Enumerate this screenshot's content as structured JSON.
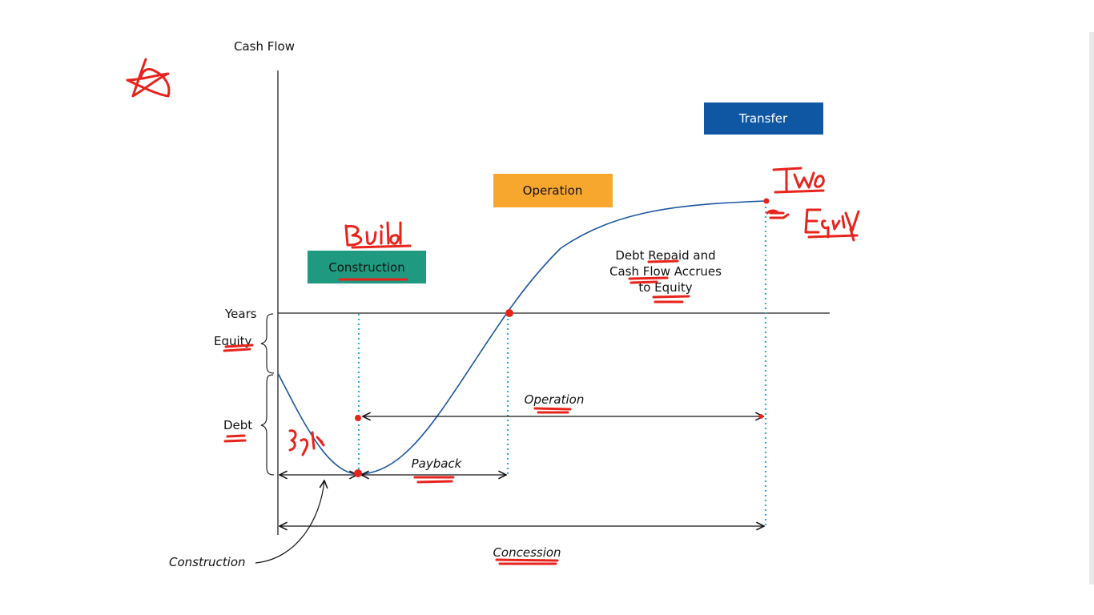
{
  "diagram": {
    "y_axis_label": "Cash Flow",
    "years_label": "Years",
    "equity_label": "Equity",
    "debt_label": "Debt",
    "phase_boxes": {
      "construction": {
        "label": "Construction",
        "color": "#1f9a81"
      },
      "operation": {
        "label": "Operation",
        "color": "#f7a72e"
      },
      "transfer": {
        "label": "Transfer",
        "color": "#0f57a3"
      }
    },
    "debt_repaid_lines": [
      "Debt Repaid and",
      "Cash Flow Accrues",
      "to Equity"
    ],
    "spans": {
      "operation": "Operation",
      "payback": "Payback",
      "concession": "Concession",
      "construction": "Construction"
    },
    "colors": {
      "curve": "#1b56a0",
      "dotted": "#25b0d8",
      "annotation": "#e8231c"
    },
    "handwritten_notes": [
      "Build",
      "TWO",
      "Equity"
    ]
  }
}
